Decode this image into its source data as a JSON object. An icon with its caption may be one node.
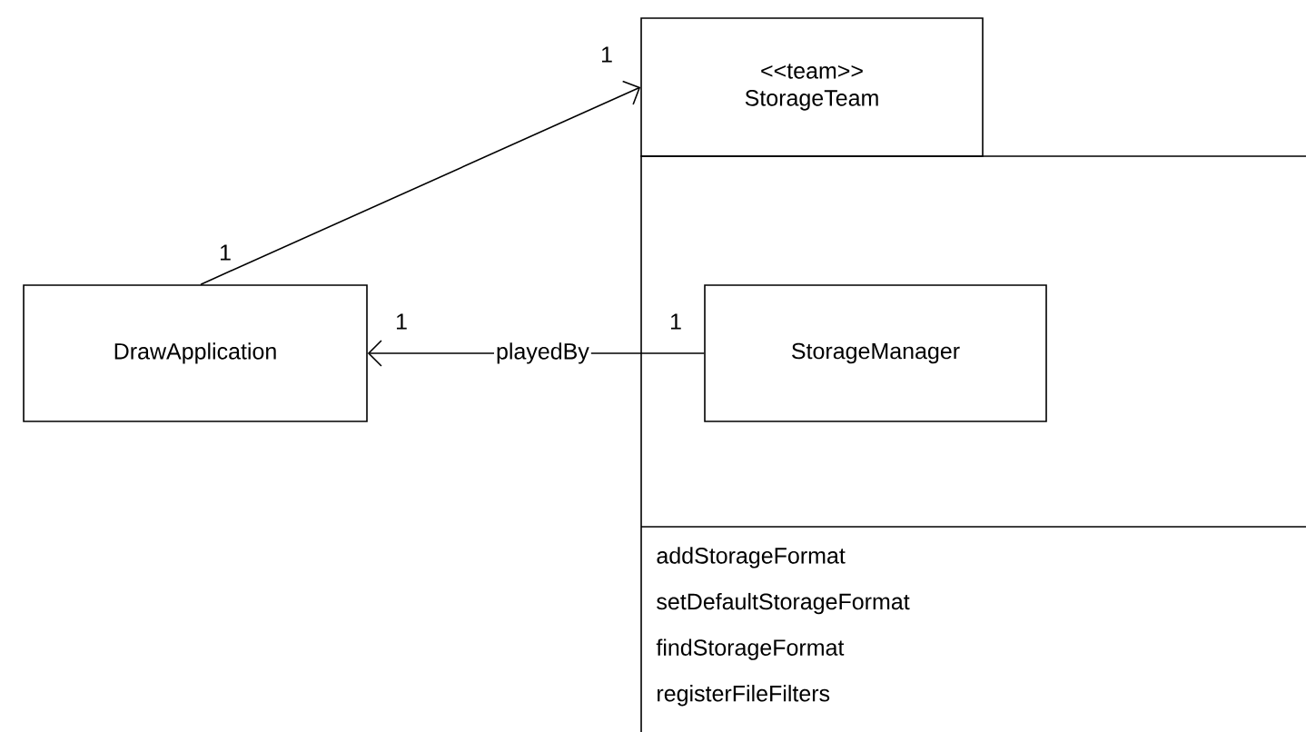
{
  "diagram": {
    "nodes": [
      {
        "text": [
          "<<team>>",
          "StorageTeam",
          "addStorageFormat",
          "setDefaultStorageFormat",
          "findStorageFormat",
          "registerFileFilters"
        ]
      },
      {
        "text": [
          "StorageManager"
        ],
        "in": 0
      },
      {
        "text": [
          "DrawApplication"
        ]
      }
    ],
    "edges": [
      {
        "from": 2,
        "to": 0,
        "arrow": "to"
      },
      {
        "from": 1,
        "to": 2,
        "arrow": "to",
        "label": "playedBy"
      }
    ],
    "labels": [
      "1",
      "1",
      "1",
      "1"
    ]
  }
}
